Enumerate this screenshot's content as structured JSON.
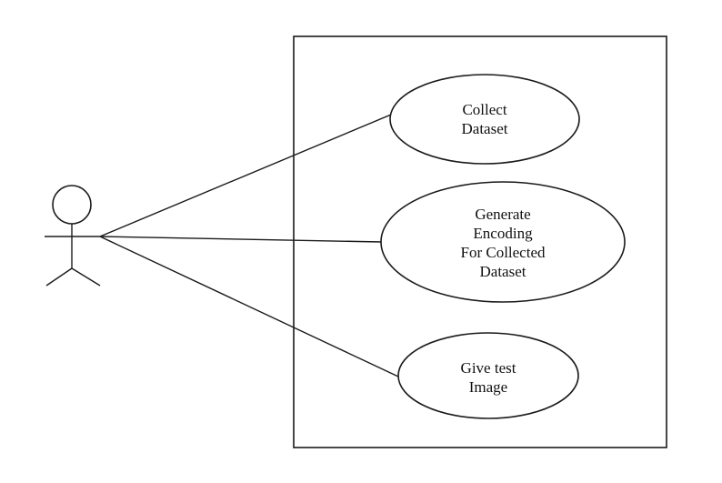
{
  "use_cases": [
    {
      "id": "collect",
      "lines": [
        "Collect",
        "Dataset"
      ]
    },
    {
      "id": "encode",
      "lines": [
        "Generate",
        "Encoding",
        "For Collected",
        "Dataset"
      ]
    },
    {
      "id": "test",
      "lines": [
        "Give test",
        "Image"
      ]
    }
  ],
  "colors": {
    "stroke": "#1a1a1a",
    "fill": "#ffffff",
    "text": "#111111"
  }
}
